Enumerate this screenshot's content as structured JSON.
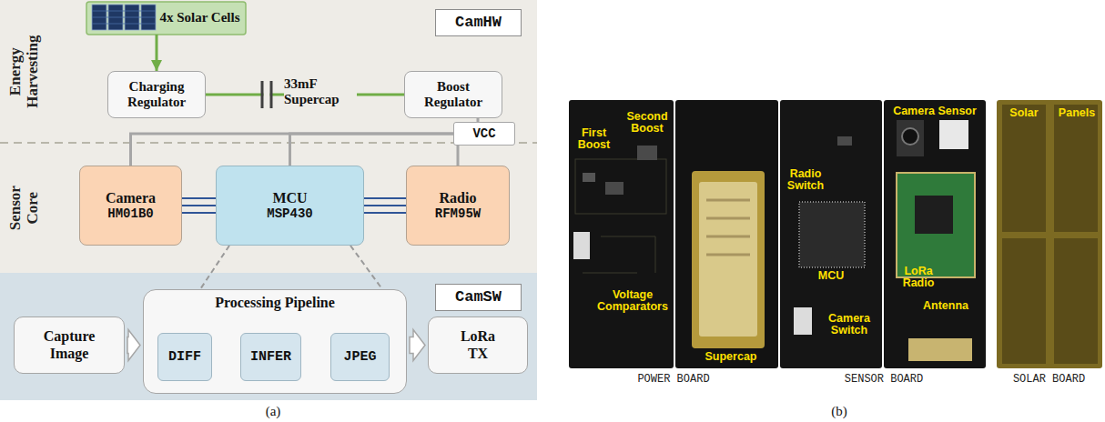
{
  "diagram": {
    "nodes": [
      {
        "text": [
          "4x Solar Cells"
        ]
      },
      {
        "text": [
          "CamHW"
        ]
      },
      {
        "text": [
          "Charging Regulator"
        ]
      },
      {
        "text": [
          "Boost Regulator"
        ]
      },
      {
        "text": [
          "VCC"
        ]
      },
      {
        "text": [
          "Camera",
          "HM01B0"
        ]
      },
      {
        "text": [
          "MCU",
          "MSP430"
        ]
      },
      {
        "text": [
          "Radio",
          "RFM95W"
        ]
      },
      {
        "text": [
          "CamSW"
        ]
      },
      {
        "text": [
          "Capture Image"
        ]
      },
      {
        "text": [
          "Processing Pipeline"
        ]
      },
      {
        "text": [
          "DIFF"
        ],
        "in": 10
      },
      {
        "text": [
          "INFER"
        ],
        "in": 10
      },
      {
        "text": [
          "JPEG"
        ],
        "in": 10
      },
      {
        "text": [
          "LoRa TX"
        ]
      }
    ],
    "edges": [
      {
        "from": 0,
        "to": 2,
        "arrow": "to"
      },
      {
        "from": 2,
        "to": 3,
        "arrow": "none"
      },
      {
        "from": 3,
        "to": 4,
        "arrow": "none"
      },
      {
        "from": 4,
        "to": 5,
        "arrow": "none"
      },
      {
        "from": 4,
        "to": 6,
        "arrow": "none"
      },
      {
        "from": 4,
        "to": 7,
        "arrow": "none"
      },
      {
        "from": 5,
        "to": 6,
        "arrow": "none"
      },
      {
        "from": 6,
        "to": 7,
        "arrow": "none"
      },
      {
        "from": 6,
        "to": 10,
        "arrow": "none"
      },
      {
        "from": 9,
        "to": 10,
        "arrow": "to"
      },
      {
        "from": 10,
        "to": 14,
        "arrow": "to"
      },
      {
        "from": 11,
        "to": 12,
        "arrow": "to"
      },
      {
        "from": 12,
        "to": 13,
        "arrow": "to"
      }
    ],
    "labels": [
      "Energy Harvesting",
      "Sensor Core",
      "33mF Supercap",
      "(a)",
      "First Boost",
      "Second Boost",
      "Voltage Comparators",
      "Supercap",
      "POWER BOARD",
      "Radio Switch",
      "MCU",
      "Camera Switch",
      "Camera Sensor",
      "LoRa Radio",
      "Antenna",
      "SENSOR BOARD",
      "Solar",
      "Panels",
      "SOLAR BOARD",
      "(b)"
    ]
  }
}
